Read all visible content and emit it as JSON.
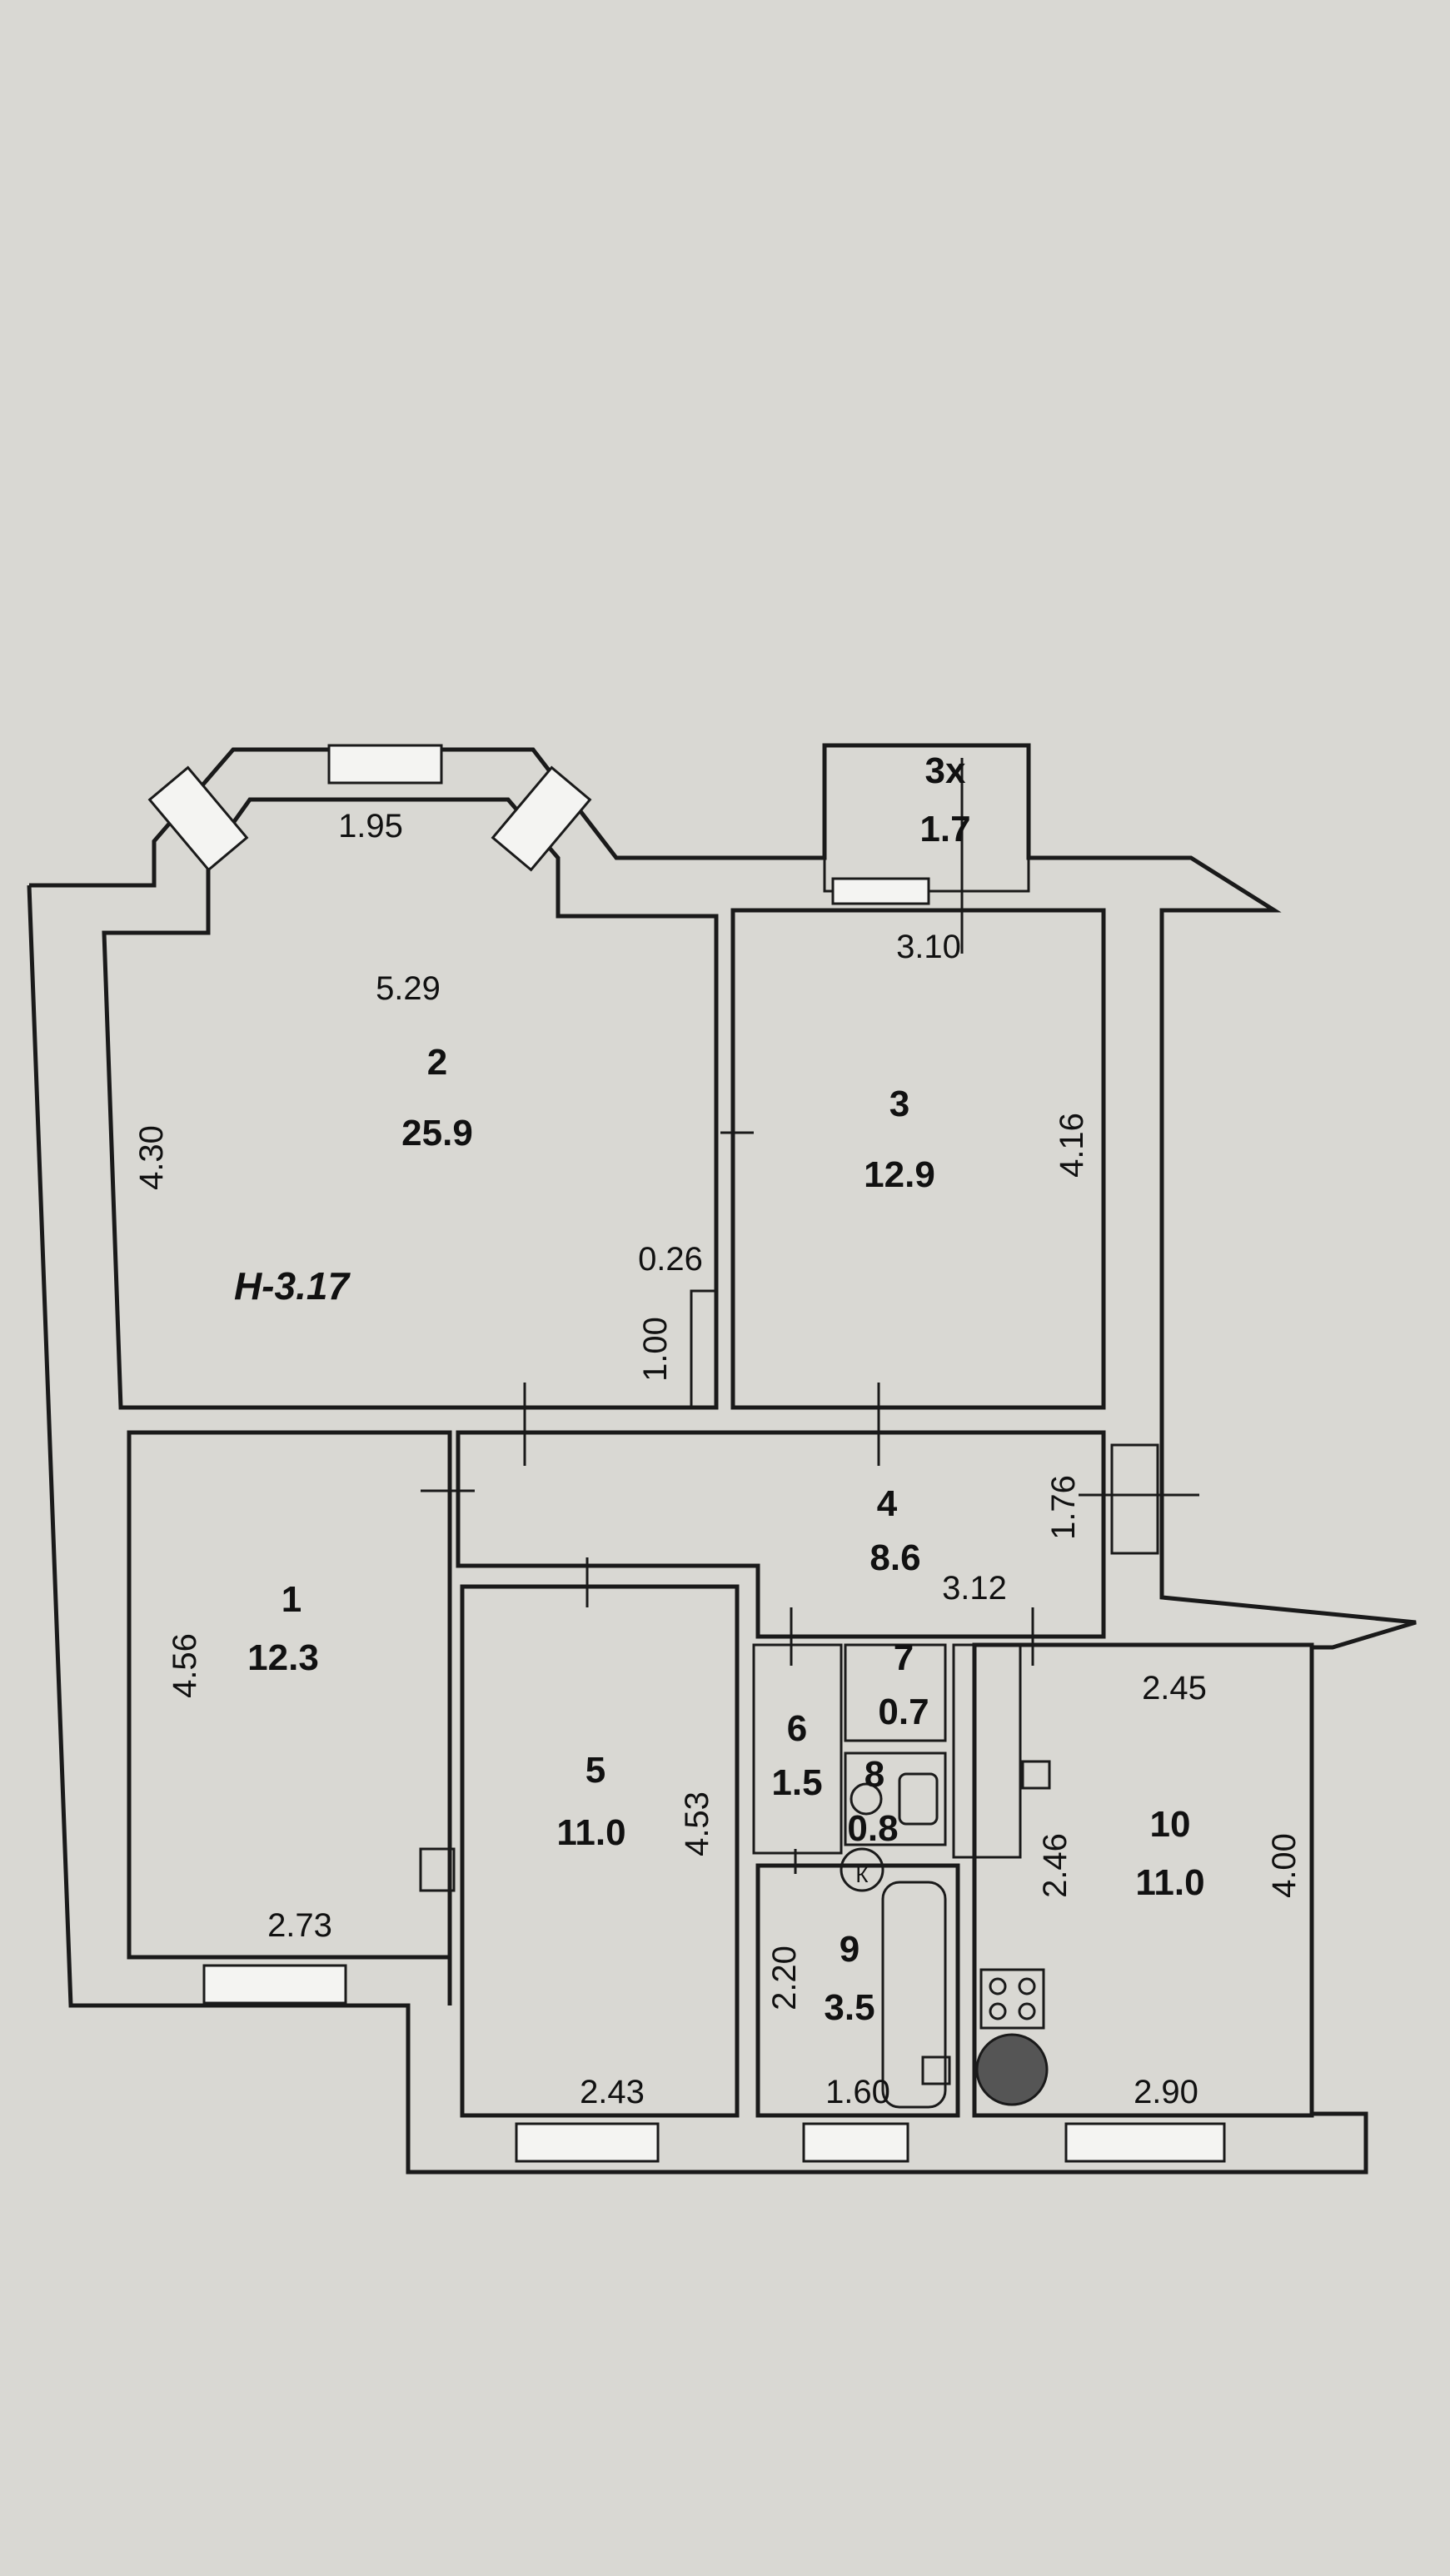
{
  "ceiling_height": "H-3.17",
  "rooms": {
    "r1": {
      "number": "1",
      "area": "12.3"
    },
    "r2": {
      "number": "2",
      "area": "25.9"
    },
    "r3": {
      "number": "3",
      "area": "12.9"
    },
    "r3x": {
      "number": "3x",
      "area": "1.7"
    },
    "r4": {
      "number": "4",
      "area": "8.6"
    },
    "r5": {
      "number": "5",
      "area": "11.0"
    },
    "r6": {
      "number": "6",
      "area": "1.5"
    },
    "r7": {
      "number": "7",
      "area": "0.7"
    },
    "r8": {
      "number": "8",
      "area": "0.8"
    },
    "r9": {
      "number": "9",
      "area": "3.5"
    },
    "r10": {
      "number": "10",
      "area": "11.0"
    }
  },
  "dimensions": {
    "d_1_95": "1.95",
    "d_5_29": "5.29",
    "d_4_30": "4.30",
    "d_0_26": "0.26",
    "d_1_00": "1.00",
    "d_3_10": "3.10",
    "d_4_16": "4.16",
    "d_1_76": "1.76",
    "d_3_12": "3.12",
    "d_4_56": "4.56",
    "d_2_73": "2.73",
    "d_4_53": "4.53",
    "d_2_43": "2.43",
    "d_2_45": "2.45",
    "d_2_46": "2.46",
    "d_4_00": "4.00",
    "d_2_20": "2.20",
    "d_1_60": "1.60",
    "d_2_90": "2.90"
  },
  "boiler_mark": "К",
  "colors": {
    "paper": "#d9d8d3",
    "ink": "#1a1a1a",
    "window": "#f4f4f2"
  }
}
